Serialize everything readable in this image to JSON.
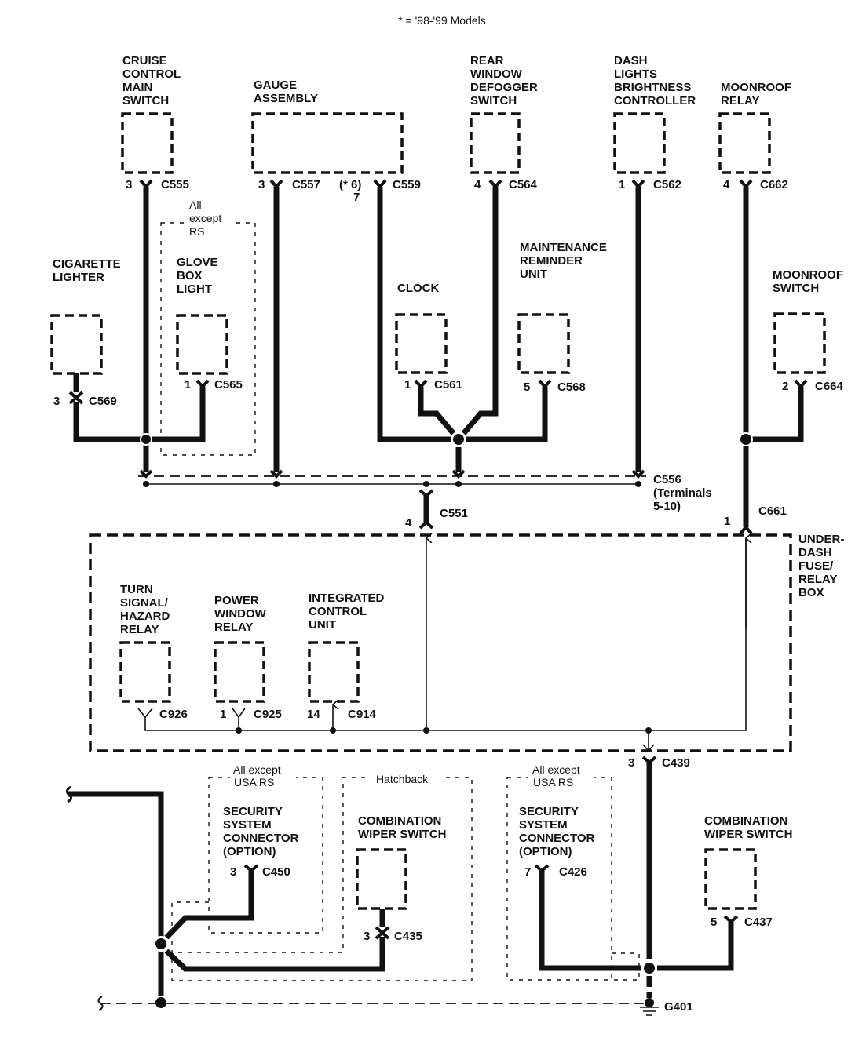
{
  "legend": "* = '98-'99 Models",
  "components": {
    "cruise": {
      "lines": [
        "CRUISE",
        "CONTROL",
        "MAIN",
        "SWITCH"
      ],
      "pin": "3",
      "connector": "C555"
    },
    "gauge": {
      "lines": [
        "GAUGE",
        "ASSEMBLY"
      ],
      "pin_a": "3",
      "connector_a": "C557",
      "pin_b_alt": "(* 6)",
      "pin_b": "7",
      "connector_b": "C559"
    },
    "defogger": {
      "lines": [
        "REAR",
        "WINDOW",
        "DEFOGGER",
        "SWITCH"
      ],
      "pin": "4",
      "connector": "C564"
    },
    "dash_lights": {
      "lines": [
        "DASH",
        "LIGHTS",
        "BRIGHTNESS",
        "CONTROLLER"
      ],
      "pin": "1",
      "connector": "C562"
    },
    "moonroof_relay": {
      "lines": [
        "MOONROOF",
        "RELAY"
      ],
      "pin": "4",
      "connector": "C662"
    },
    "cigarette": {
      "lines": [
        "CIGARETTE",
        "LIGHTER"
      ],
      "pin": "3",
      "connector": "C569"
    },
    "glove_box": {
      "lines": [
        "GLOVE",
        "BOX",
        "LIGHT"
      ],
      "pin": "1",
      "connector": "C565",
      "option": [
        "All",
        "except",
        "RS"
      ]
    },
    "clock": {
      "lines": [
        "CLOCK"
      ],
      "pin": "1",
      "connector": "C561"
    },
    "maintenance": {
      "lines": [
        "MAINTENANCE",
        "REMINDER",
        "UNIT"
      ],
      "pin": "5",
      "connector": "C568"
    },
    "moonroof_switch": {
      "lines": [
        "MOONROOF",
        "SWITCH"
      ],
      "pin": "2",
      "connector": "C664"
    },
    "turn_signal": {
      "lines": [
        "TURN",
        "SIGNAL/",
        "HAZARD",
        "RELAY"
      ],
      "pin": "",
      "connector": "C926"
    },
    "power_window": {
      "lines": [
        "POWER",
        "WINDOW",
        "RELAY"
      ],
      "pin": "1",
      "connector": "C925"
    },
    "icu": {
      "lines": [
        "INTEGRATED",
        "CONTROL",
        "UNIT"
      ],
      "pin": "14",
      "connector": "C914"
    },
    "fuse_box": {
      "lines": [
        "UNDER-",
        "DASH",
        "FUSE/",
        "RELAY",
        "BOX"
      ]
    },
    "security_left": {
      "lines": [
        "SECURITY",
        "SYSTEM",
        "CONNECTOR",
        "(OPTION)"
      ],
      "pin": "3",
      "connector": "C450",
      "option": [
        "All except",
        "USA RS"
      ]
    },
    "wiper_hatch": {
      "lines": [
        "COMBINATION",
        "WIPER SWITCH"
      ],
      "pin": "3",
      "connector": "C435",
      "option": [
        "Hatchback"
      ]
    },
    "security_right": {
      "lines": [
        "SECURITY",
        "SYSTEM",
        "CONNECTOR",
        "(OPTION)"
      ],
      "pin": "7",
      "connector": "C426",
      "option": [
        "All except",
        "USA RS"
      ]
    },
    "wiper": {
      "lines": [
        "COMBINATION",
        "WIPER SWITCH"
      ],
      "pin": "5",
      "connector": "C437"
    }
  },
  "connectors": {
    "c556": {
      "name": "C556",
      "lines": [
        "(Terminals",
        "5-10)"
      ]
    },
    "c551": {
      "name": "C551",
      "pin": "4"
    },
    "c661": {
      "name": "C661",
      "pin": "1"
    },
    "c439": {
      "name": "C439",
      "pin": "3"
    },
    "ground": {
      "name": "G401"
    }
  }
}
